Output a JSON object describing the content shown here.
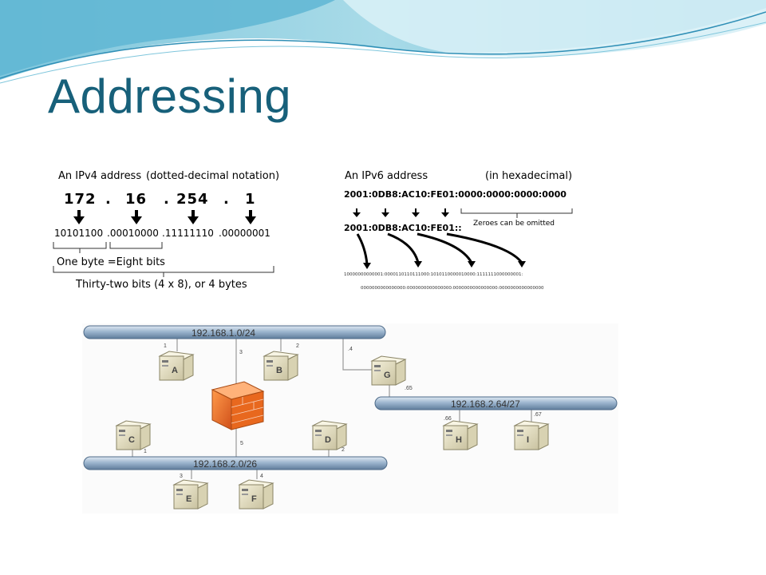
{
  "slide": {
    "title": "Addressing"
  },
  "ipv4": {
    "caption": "An IPv4 address",
    "notation": "(dotted-decimal notation)",
    "octets": [
      "172",
      "16",
      "254",
      "1"
    ],
    "dot": ".",
    "binary": [
      "10101100",
      ".00010000",
      ".11111110",
      ".00000001"
    ],
    "byte_note": "One byte =Eight bits",
    "total_note": "Thirty-two bits (4 x 8), or 4 bytes"
  },
  "ipv6": {
    "caption": "An IPv6 address",
    "notation": "(in hexadecimal)",
    "full": "2001:0DB8:AC10:FE01:0000:0000:0000:0000",
    "short": "2001:0DB8:AC10:FE01::",
    "zero_note": "Zeroes can be omitted",
    "binary_line1": "10000000000001:0000110110111000:1010110000010000:1111111000000001:",
    "binary_line2": "0000000000000000:0000000000000000:0000000000000000:0000000000000000"
  },
  "network": {
    "buses": [
      {
        "label": "192.168.1.0/24"
      },
      {
        "label": "192.168.2.64/27"
      },
      {
        "label": "192.168.2.0/26"
      }
    ],
    "nodes": [
      {
        "label": "A",
        "addr": "1"
      },
      {
        "label": "B",
        "addr": "2"
      },
      {
        "label": "G",
        "addr": ".4"
      },
      {
        "label": "C",
        "addr": "1"
      },
      {
        "label": "D",
        "addr": "2"
      },
      {
        "label": "H",
        "addr": ".66"
      },
      {
        "label": "I",
        "addr": ".67"
      },
      {
        "label": "E",
        "addr": "3"
      },
      {
        "label": "F",
        "addr": "4"
      }
    ],
    "router_addrs": {
      "top": "3",
      "bottom": "5",
      "g_down": ".65"
    }
  }
}
